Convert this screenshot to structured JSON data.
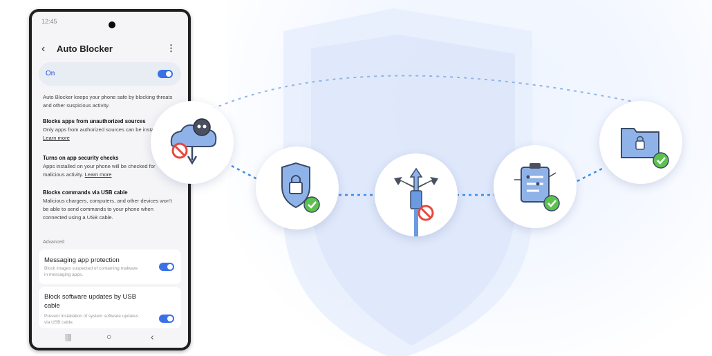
{
  "status_bar": {
    "time": "12:45"
  },
  "header": {
    "title": "Auto Blocker"
  },
  "master_switch": {
    "label": "On",
    "checked": true
  },
  "description": "Auto Blocker keeps your phone safe by blocking threats and other suspicious activity.",
  "features": [
    {
      "title": "Blocks apps from unauthorized sources",
      "text": "Only apps from authorized sources can be installed.",
      "link": "Learn more"
    },
    {
      "title": "Turns on app security checks",
      "text": "Apps installed on your phone will be checked for malicious activity.",
      "link": "Learn more"
    },
    {
      "title": "Blocks commands via USB cable",
      "text": "Malicious chargers, computers, and other devices won't be able to send commands to your phone when connected using a USB cable.",
      "link": ""
    }
  ],
  "advanced": {
    "label": "Advanced",
    "items": [
      {
        "title": "Messaging app protection",
        "subtitle": "Block images suspected of containing malware in messaging apps.",
        "checked": true
      },
      {
        "title": "Block software updates by USB cable",
        "subtitle": "Prevent installation of system software updates via USB cable.",
        "checked": true
      }
    ]
  },
  "nav": {
    "recents": "|||",
    "home": "○",
    "back": "‹"
  },
  "icons": [
    "cloud-threat-icon",
    "shield-lock-icon",
    "usb-block-icon",
    "security-checklist-icon",
    "secure-folder-icon"
  ],
  "colors": {
    "accent": "#3a72e6",
    "check_green": "#5cc24e",
    "block_red": "#e8463d",
    "icon_blue": "#8fb3e8"
  }
}
